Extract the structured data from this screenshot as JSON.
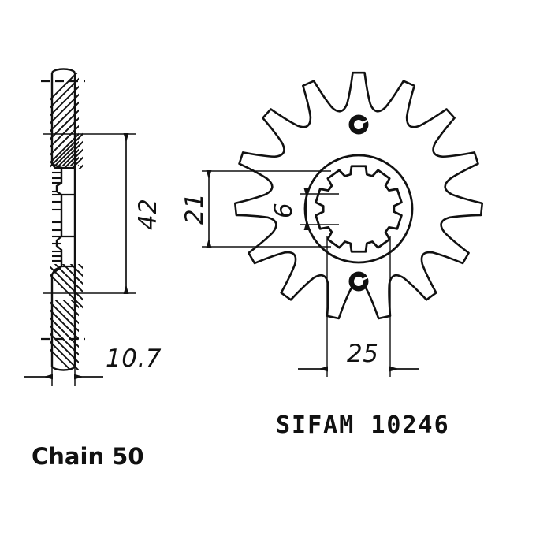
{
  "drawing": {
    "title": "Motorcycle front sprocket technical drawing",
    "background_color": "#ffffff",
    "line_color": "#111111",
    "views": {
      "section_view": {
        "name": "side-section-view",
        "description": "Cross-section side profile with hatching"
      },
      "face_view": {
        "name": "front-face-view",
        "description": "Front face showing sprocket teeth, bolt holes and internal spline"
      }
    }
  },
  "dimensions": {
    "thickness": "10.7",
    "outer_width": "42",
    "spline_height": "21",
    "spline_tooth": "6",
    "hub_width": "25"
  },
  "labels": {
    "part_code": "SIFAM  10246",
    "chain_spec": "Chain 50"
  },
  "geometry": {
    "tooth_count": 15,
    "bolt_hole_count": 2,
    "spline_count": 10
  }
}
